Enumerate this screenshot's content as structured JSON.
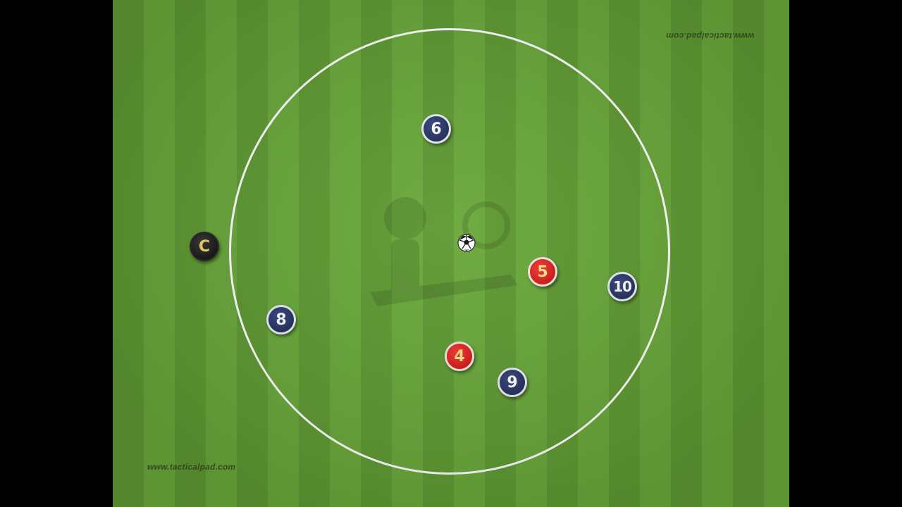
{
  "app": {
    "watermark_top": "www.tacticalpad.com",
    "watermark_bottom": "www.tacticalpad.com"
  },
  "colors": {
    "pitch_light": "#6aa93b",
    "pitch_dark": "#5f9a33",
    "team_blue": "#24305f",
    "team_red": "#d41a18",
    "coach": "#151515",
    "line": "#ffffff"
  },
  "players": [
    {
      "label": "6",
      "team": "blue"
    },
    {
      "label": "8",
      "team": "blue"
    },
    {
      "label": "10",
      "team": "blue"
    },
    {
      "label": "9",
      "team": "blue"
    },
    {
      "label": "5",
      "team": "red"
    },
    {
      "label": "4",
      "team": "red"
    }
  ],
  "coach": {
    "label": "C"
  },
  "ball": {
    "icon": "soccer-ball-icon"
  }
}
